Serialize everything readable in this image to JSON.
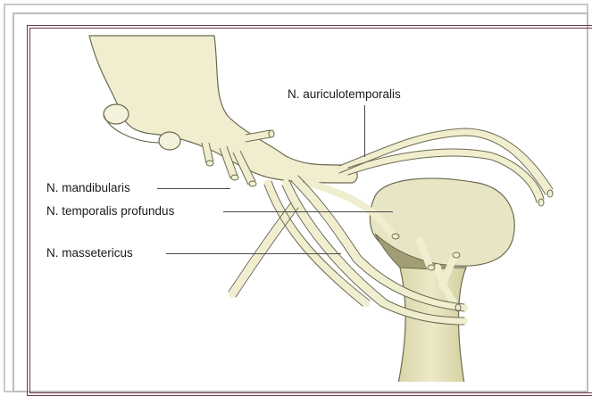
{
  "labels": {
    "auriculotemporalis": "N. auriculotemporalis",
    "mandibularis": "N. mandibularis",
    "temporalis_profundus": "N. temporalis profundus",
    "massetericus": "N. massetericus"
  },
  "colors": {
    "nerve_fill": "#f1eed0",
    "nerve_stroke": "#6b6b50",
    "bone_fill": "#e7e4c2",
    "bone_shadow": "#9e9870",
    "frame_accent": "#6e3a48"
  }
}
